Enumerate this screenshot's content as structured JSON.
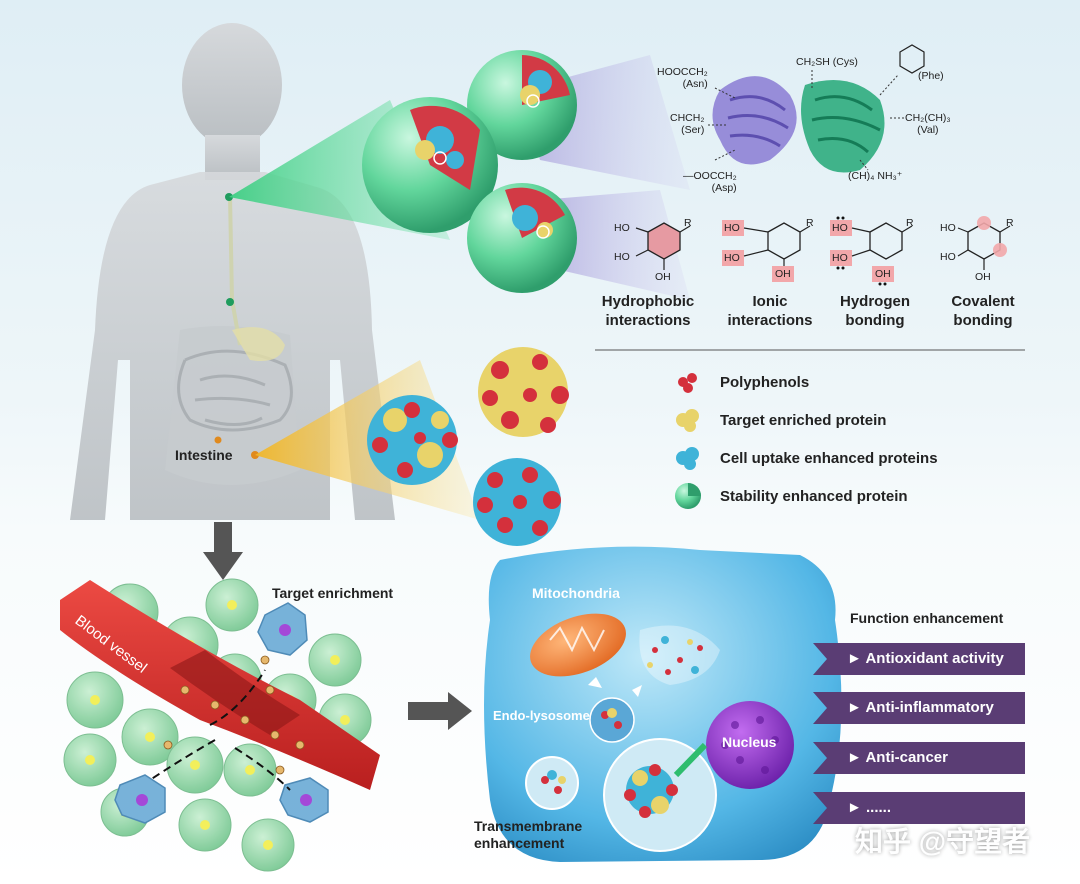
{
  "chem_labels": {
    "asn": "HOOCCH₂\n(Asn)",
    "cys": "CH₂SH (Cys)",
    "phe": "(Phe)",
    "ser": "CHCH₂\n(Ser)",
    "val": "CH₂(CH)₃\n(Val)",
    "asp": "—OOCCH₂\n(Asp)",
    "lys": "(CH)₄ NH₃⁺"
  },
  "molecule_atoms": {
    "ho": "HO",
    "oh": "OH",
    "r": "R"
  },
  "bond_types": [
    "Hydrophobic\ninteractions",
    "Ionic\ninteractions",
    "Hydrogen\nbonding",
    "Covalent\nbonding"
  ],
  "legend": [
    {
      "label": "Polyphenols",
      "color": "#d4303c"
    },
    {
      "label": "Target enriched  protein",
      "color": "#e8d36a"
    },
    {
      "label": "Cell uptake enhanced proteins",
      "color": "#3fb3d8"
    },
    {
      "label": "Stability enhanced protein",
      "color": "#5fd89a"
    }
  ],
  "labels": {
    "intestine": "Intestine",
    "blood_vessel": "Blood vessel",
    "target_enrichment": "Target enrichment",
    "mitochondria": "Mitochondria",
    "endo_lysosome": "Endo-lysosome",
    "nucleus": "Nucleus",
    "transmembrane": "Transmembrane\nenhancement",
    "function_enhancement": "Function enhancement"
  },
  "functions": [
    "► Antioxidant activity",
    "► Anti-inflammatory",
    "► Anti-cancer",
    "► ......"
  ],
  "watermark": "知乎 @守望者",
  "colors": {
    "polyphenol": "#d4303c",
    "blood_vessel": "#d92b2b",
    "cell": "#8fd6a4",
    "function_box": "#5a3d74",
    "sphere": "#6fe0a8",
    "protein_purple": "#7b6cc4",
    "protein_green": "#1f9c6e"
  }
}
